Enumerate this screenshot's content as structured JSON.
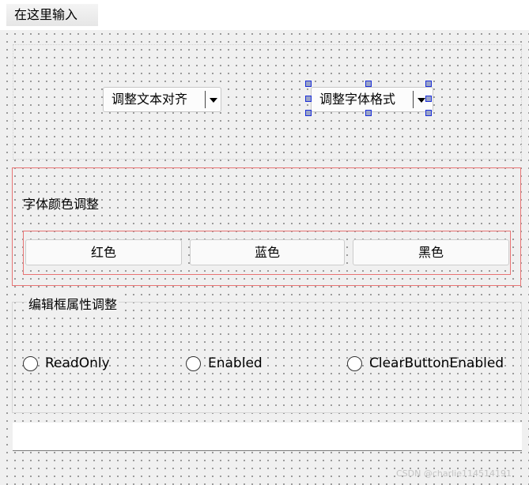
{
  "menubar": {
    "placeholder_menu": "在这里输入"
  },
  "top_frame": {
    "align_combo": "调整文本对齐",
    "font_format_combo": "调整字体格式"
  },
  "color_group": {
    "label": "字体颜色调整",
    "buttons": [
      "红色",
      "蓝色",
      "黑色"
    ]
  },
  "editor_group": {
    "title": "编辑框属性调整",
    "radios": [
      "ReadOnly",
      "Enabled",
      "ClearButtonEnabled"
    ]
  },
  "line_edit": {
    "value": ""
  },
  "watermark": "CSDN @charlie114514191",
  "colors": {
    "selection_handle": "#1c2fd8",
    "red_frame": "#e87474",
    "background": "#f0f0f0"
  }
}
